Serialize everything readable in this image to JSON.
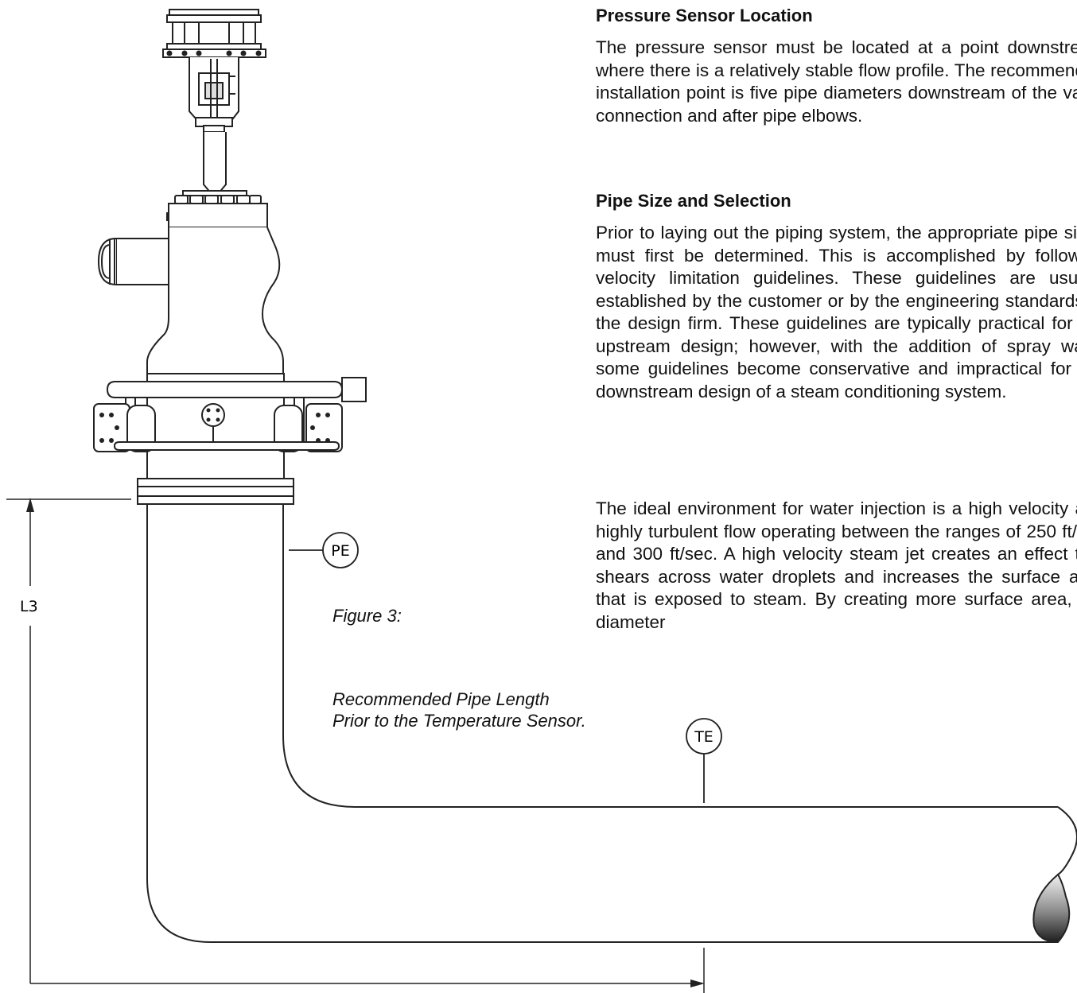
{
  "sections": [
    {
      "heading": "Pressure Sensor Location",
      "paragraphs": [
        "The pressure sensor must be located at a point downstream where there is a relatively stable flow profile.  The recommended installation point is five pipe diameters downstream of the valve connection and after pipe elbows."
      ]
    },
    {
      "heading": "Pipe Size and Selection",
      "paragraphs": [
        "Prior to laying out the piping system, the appropriate pipe sizes must first be determined.  This is accomplished by following velocity limitation guidelines.  These guidelines are usually established by the customer or by the engineering standards of the design firm.  These guidelines are typically practical for the upstream design; however, with the addition of spray water some guidelines become conservative and impractical for the downstream design of a steam conditioning system.",
        "The ideal environment for water injection is a high velocity and highly turbulent flow operating between the ranges of 250 ft/sec and 300 ft/sec.  A high velocity steam jet creates an effect that shears across water droplets and increases the surface area that is exposed to steam.  By creating more surface area, the diameter"
      ]
    }
  ],
  "figure": {
    "label": "Figure 3:",
    "caption_lines": [
      "Recommended Pipe Length",
      "Prior to the Temperature Sensor."
    ],
    "pressure_tag": "PE",
    "temperature_tag": "TE",
    "dimension_label": "L3"
  }
}
